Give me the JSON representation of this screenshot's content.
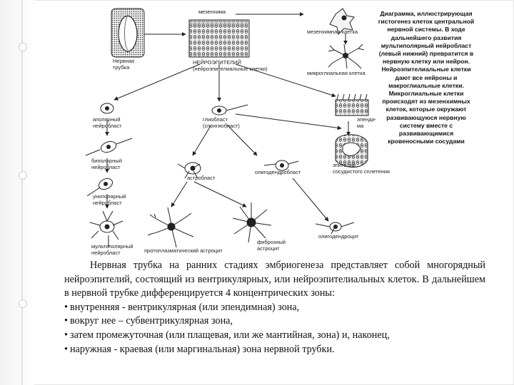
{
  "labels": {
    "mesenchyme": "мезенхима",
    "neural_tube": "Нервная\nтрубка",
    "neuroepithelium": "НЕЙРОЭПИТЕЛИЙ\n(нейроэпителиальные клетки)",
    "mesenchymal_cell": "мезенхимная клетка",
    "microglial_cell": "микроглиальная клетка",
    "apolar_neuroblast": "аполярный\nнейробласт",
    "glioblast": "глиобласт\n(спонгиобласт)",
    "ependyma": "эпенди-\nма",
    "bipolar_neuroblast": "биполярный\nнейробласт",
    "astroblast": "астробласт",
    "oligodendroblast": "олигодендробласт",
    "choroid_epithelium": "эпителий\nсосудистого сплетения",
    "unipolar_neuroblast": "униполярный\nнейробласт",
    "multipolar_neuroblast": "мультиполярный\nнейробласт",
    "protoplasmic_astrocyte": "протоплазматический астроцит",
    "fibrous_astrocyte": "фиброзный\nастроцит",
    "oligodendrocyte": "олигодендроцит"
  },
  "caption": "Диаграмма, иллюстрирующая гистогенез клеток центральной нервной системы. В ходе дальнейшего развития мультиполярный нейробласт (левый нижний) превратится в нервную клетку или нейрон. Нейроэпителиальные клетки дают все нейроны и макроглиальные клетки. Микроглиальные клетки происходят из мезенхимных клеток, которые окружают развивающуюся нервную систему вместе с развивающимися кровеносными сосудами",
  "text": {
    "paragraph": "Нервная трубка на ранних стадиях эмбриогенеза представляет собой многорядный нейроэпителий, состоящий из вентрикулярных, или нейроэпителиальных клеток. В дальнейшем в нервной трубке дифференцируется 4 концентрических зоны:",
    "bullets": [
      "внутренняя - вентрикулярная (или эпендимная) зона,",
      "вокруг нее – субвентрикулярная зона,",
      "затем промежуточная (или плащевая, или же мантийная, зона) и, наконец,",
      "наружная - краевая (или маргинальная) зона нервной трубки."
    ],
    "bullet_char": "•"
  }
}
